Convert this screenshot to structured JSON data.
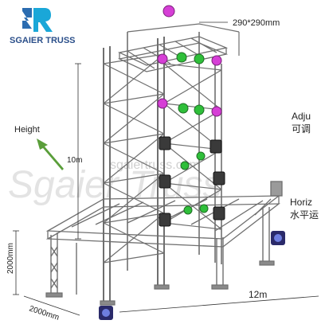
{
  "brand": {
    "name": "SGAIER TRUSS",
    "logo": "SR-logo",
    "logo_color": "#2b6cb0",
    "logo_accent": "#1aa7d8"
  },
  "watermark": {
    "url": "sgaiertruss.com",
    "big": "Sgaier Truss"
  },
  "annotations": {
    "truss_size": "290*290mm",
    "height_label": "Height",
    "height_value": "10m",
    "adjust_en": "Adju",
    "adjust_cn": "可调",
    "horiz_en": "Horiz",
    "horiz_cn": "水平运",
    "dim_height_2000": "2000mm",
    "dim_depth_2000": "2000mm",
    "dim_length": "12m"
  },
  "colors": {
    "truss": "#6f6f6f",
    "magenta_light": "#d63fd6",
    "green_light": "#2fbf3a",
    "moving_head": "#3a3a3a",
    "blue_light": "#2a2a6a",
    "arrow": "#5a9e3a"
  }
}
